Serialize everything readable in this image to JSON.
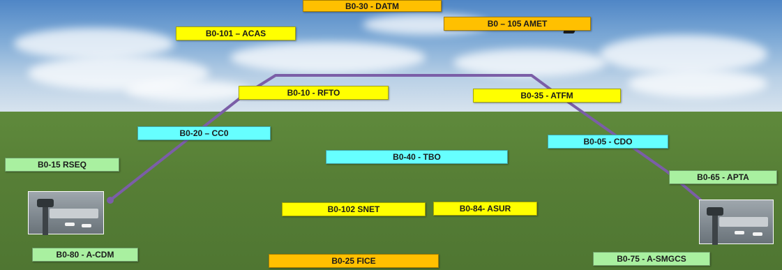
{
  "diagram": {
    "path_color": "#7b5ea7",
    "colors": {
      "yellow": "#ffff00",
      "orange": "#ffc000",
      "cyan": "#66ffff",
      "green": "#a9f0a0"
    },
    "labels": {
      "datm": "B0-30 - DATM",
      "amet": "B0 – 105 AMET",
      "acas": "B0-101 – ACAS",
      "rfto": "B0-10  - RFTO",
      "atfm": "B0-35 - ATFM",
      "cco": "B0-20 – CC0",
      "cdo": "B0-05 - CDO",
      "rseq": "B0-15 RSEQ",
      "tbo": "B0-40 - TBO",
      "apta": "B0-65 - APTA",
      "snet": "B0-102 SNET",
      "asur": "B0-84-  ASUR",
      "acdm": "B0-80 - A-CDM",
      "fice": "B0-25 FICE",
      "asmgcs": "B0-75 - A-SMGCS"
    },
    "images": {
      "left_airport": "airport-with-control-tower",
      "right_airport": "airport-with-control-tower",
      "aircraft": "aircraft-icon"
    }
  }
}
